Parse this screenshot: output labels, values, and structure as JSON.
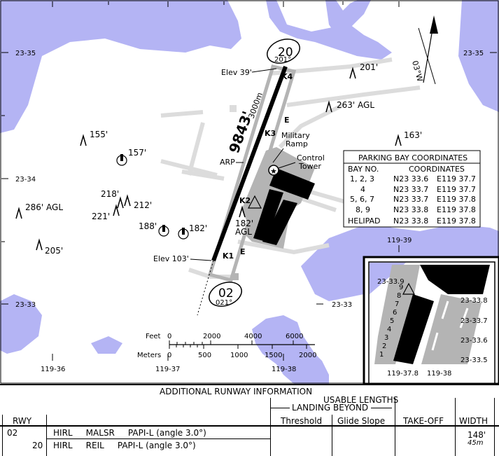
{
  "map": {
    "runway": {
      "length": "9843'",
      "length_m": "3000m",
      "end_north": {
        "id": "20",
        "heading": "201°"
      },
      "end_south": {
        "id": "02",
        "heading": "021°"
      },
      "elev_north": "Elev 39'",
      "elev_south": "Elev 103'",
      "arp": "ARP",
      "taxiways": [
        "K4",
        "K3",
        "K2",
        "K1"
      ],
      "taxiway_e": "E"
    },
    "labels": {
      "military_ramp_1": "Military",
      "military_ramp_2": "Ramp",
      "control_tower_1": "Control",
      "control_tower_2": "Tower",
      "obstacle_182_agl_1": "182'",
      "obstacle_182_agl_2": "AGL",
      "north_var": "03°W"
    },
    "obstacles": [
      "201'",
      "263' AGL",
      "163'",
      "155'",
      "157'",
      "218'",
      "212'",
      "221'",
      "188'",
      "182'",
      "286' AGL",
      "205'"
    ],
    "lat_labels": {
      "a": "23-35",
      "b": "23-34",
      "c": "23-33",
      "d": "23-35",
      "e": "23-33"
    },
    "lon_labels": [
      "119-36",
      "119-37",
      "119-38",
      "119-39"
    ],
    "scale": {
      "feet_label": "Feet",
      "feet_ticks": [
        "0",
        "2000",
        "4000",
        "6000"
      ],
      "meters_label": "Meters",
      "meters_ticks": [
        "0",
        "500",
        "1000",
        "1500",
        "2000"
      ]
    },
    "parking": {
      "title": "PARKING BAY COORDINATES",
      "col_bay": "BAY NO.",
      "col_coord": "COORDINATES",
      "rows": [
        {
          "bay": "1, 2, 3",
          "lat": "N23 33.6",
          "lon": "E119 37.7"
        },
        {
          "bay": "4",
          "lat": "N23 33.7",
          "lon": "E119 37.7"
        },
        {
          "bay": "5, 6, 7",
          "lat": "N23 33.7",
          "lon": "E119 37.8"
        },
        {
          "bay": "8, 9",
          "lat": "N23 33.8",
          "lon": "E119 37.8"
        },
        {
          "bay": "HELIPAD",
          "lat": "N23 33.8",
          "lon": "E119 37.8"
        }
      ]
    },
    "inset": {
      "lat_top": "23-33.9",
      "lats": [
        "23-33.8",
        "23-33.7",
        "23-33.6",
        "23-33.5"
      ],
      "lon_left": "119-37.8",
      "lon_right": "119-38",
      "bays": [
        "9",
        "8",
        "7",
        "6",
        "5",
        "4",
        "3",
        "2",
        "1"
      ]
    }
  },
  "runway_info": {
    "title": "ADDITIONAL RUNWAY INFORMATION",
    "usable_lengths": "USABLE LENGTHS",
    "landing_beyond": "LANDING BEYOND",
    "col_rwy": "RWY",
    "col_threshold": "Threshold",
    "col_glide": "Glide Slope",
    "col_takeoff": "TAKE-OFF",
    "col_width": "WIDTH",
    "rows": [
      {
        "rwy": "02",
        "lights": "HIRL     MALSR     PAPI-L (angle 3.0°)"
      },
      {
        "rwy": "20",
        "lights": "HIRL     REIL     PAPI-L (angle 3.0°)"
      }
    ],
    "width_ft": "148'",
    "width_m": "45m"
  },
  "colors": {
    "water": "#b4b4f4",
    "land": "#ffffff",
    "apron": "#b4b4b4",
    "building": "#000000",
    "taxi_road": "#dcdcdc"
  }
}
